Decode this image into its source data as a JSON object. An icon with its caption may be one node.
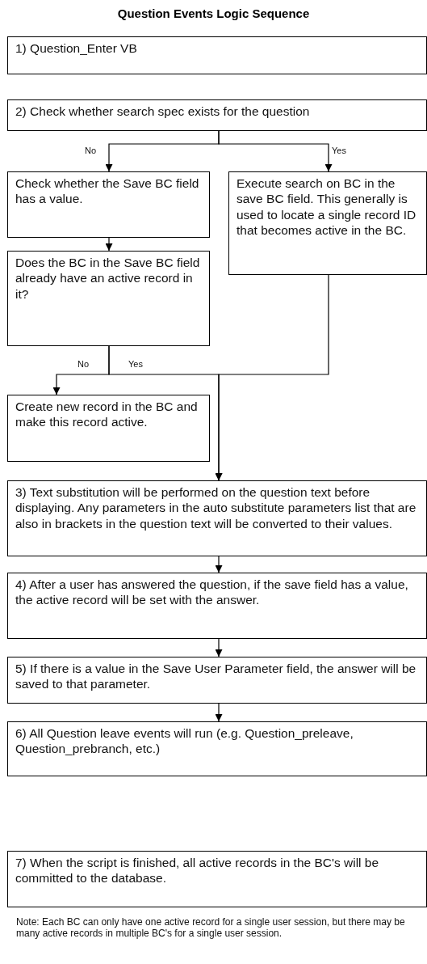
{
  "diagram": {
    "title": "Question Events Logic Sequence",
    "nodes": [
      {
        "text": [
          "1) Question_Enter VB"
        ]
      },
      {
        "text": [
          "2) Check whether search spec exists for the question"
        ]
      },
      {
        "text": [
          "Check whether the Save BC field has a value."
        ]
      },
      {
        "text": [
          "Execute search on BC in the save BC field. This generally is used to locate a single record ID that becomes active in the BC."
        ]
      },
      {
        "text": [
          "Does the BC in the Save BC field already have an active record in it?"
        ]
      },
      {
        "text": [
          "Create new record in the BC and make this record active."
        ]
      },
      {
        "text": [
          "3) Text substitution will be performed on the question text before displaying. Any parameters in the auto substitute parameters list that are also in brackets in the question text will be converted to their values."
        ]
      },
      {
        "text": [
          "4) After a user has answered the question, if the save field has a value, the active record will be set with the answer."
        ]
      },
      {
        "text": [
          "5) If there is a value in the Save User Parameter field, the answer will be saved to that parameter."
        ]
      },
      {
        "text": [
          "6) All Question leave events will run (e.g. Question_preleave, Question_prebranch, etc.)"
        ]
      },
      {
        "text": [
          "7) When the script is finished, all active records in the BC's will be committed to the database."
        ]
      }
    ],
    "edges": [
      {
        "from": 1,
        "to": 2,
        "arrow": "to",
        "label": "No"
      },
      {
        "from": 1,
        "to": 3,
        "arrow": "to",
        "label": "Yes"
      },
      {
        "from": 2,
        "to": 4,
        "arrow": "to"
      },
      {
        "from": 4,
        "to": 5,
        "arrow": "to",
        "label": "No"
      },
      {
        "from": 4,
        "to": 6,
        "arrow": "to",
        "label": "Yes"
      },
      {
        "from": 3,
        "to": 6,
        "arrow": "to"
      },
      {
        "from": 6,
        "to": 7,
        "arrow": "to"
      },
      {
        "from": 7,
        "to": 8,
        "arrow": "to"
      },
      {
        "from": 8,
        "to": 9,
        "arrow": "to"
      }
    ],
    "labels": [
      "Note: Each BC can only have one active record for a single user session, but there may be many active records in multiple BC's for a single user session."
    ]
  }
}
